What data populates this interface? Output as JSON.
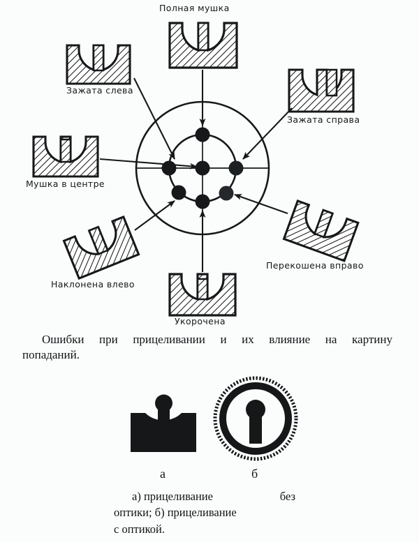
{
  "figure": {
    "title_top": "Полная мушка",
    "labels": [
      {
        "id": "full-front-sight",
        "text": "Полная мушка"
      },
      {
        "id": "clamped-left",
        "text": "Зажата слева"
      },
      {
        "id": "clamped-right",
        "text": "Зажата справа"
      },
      {
        "id": "sight-centered",
        "text": "Мушка в центре"
      },
      {
        "id": "tilted-left",
        "text": "Наклонена влево"
      },
      {
        "id": "skewed-right",
        "text": "Перекошена вправо"
      },
      {
        "id": "shortened",
        "text": "Укорочена"
      }
    ],
    "target": {
      "dots": [
        {
          "id": "dot-center",
          "meaning": "Мушка в центре"
        },
        {
          "id": "dot-top",
          "meaning": "Полная мушка"
        },
        {
          "id": "dot-left",
          "meaning": "Зажата слева"
        },
        {
          "id": "dot-right",
          "meaning": "Зажата справа"
        },
        {
          "id": "dot-bottom",
          "meaning": "Укорочена"
        },
        {
          "id": "dot-bottom-left",
          "meaning": "Наклонена влево"
        },
        {
          "id": "dot-bottom-right",
          "meaning": "Перекошена вправо"
        }
      ]
    }
  },
  "caption_main": {
    "line1": [
      "Ошибки",
      "при",
      "прицеливании",
      "и",
      "их",
      "влияние",
      "на",
      "картину"
    ],
    "line2": "попаданий."
  },
  "optics": {
    "letter_a": "а",
    "letter_b": "б",
    "caption": {
      "line1_left": "а) прицеливание",
      "line1_right": "без",
      "line2": "оптики; б) прицеливание",
      "line3": "с  оптикой."
    }
  },
  "colors": {
    "ink": "#16181a",
    "paper": "#fbfcfc"
  }
}
